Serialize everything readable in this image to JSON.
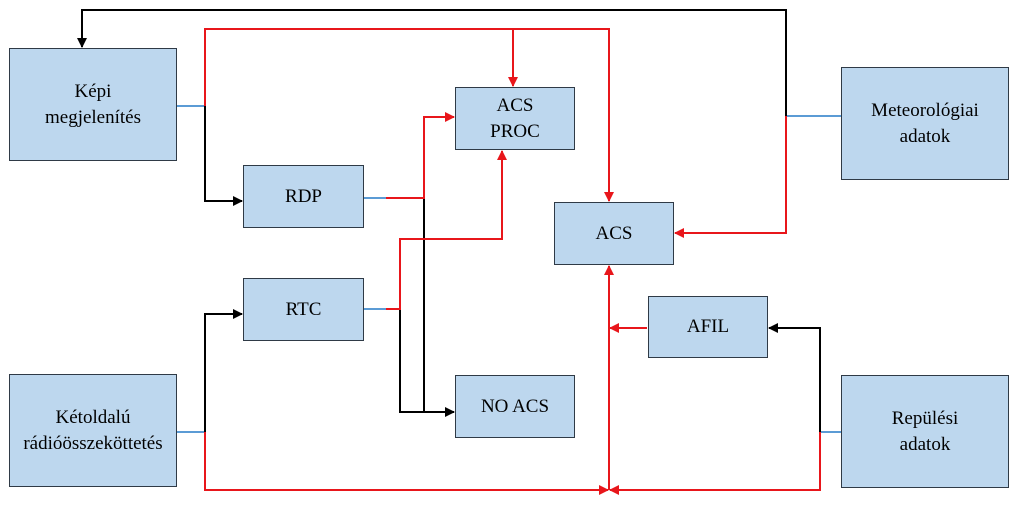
{
  "colors": {
    "box_fill": "#bdd7ee",
    "box_border": "#2f3a46",
    "black_line": "#000000",
    "red_line": "#e8161b",
    "blue_stub": "#5b9bd5"
  },
  "boxes": {
    "kepi": {
      "lines": [
        "Képi",
        "megjelenítés"
      ]
    },
    "acsproc": {
      "lines": [
        "ACS",
        "PROC"
      ]
    },
    "meteo": {
      "lines": [
        "Meteorológiai",
        "adatok"
      ]
    },
    "rdp": {
      "lines": [
        "RDP"
      ]
    },
    "acs": {
      "lines": [
        "ACS"
      ]
    },
    "rtc": {
      "lines": [
        "RTC"
      ]
    },
    "afil": {
      "lines": [
        "AFIL"
      ]
    },
    "keto": {
      "lines": [
        "Kétoldalú",
        "rádióösszeköttetés"
      ]
    },
    "noacs": {
      "lines": [
        "NO ACS"
      ]
    },
    "repul": {
      "lines": [
        "Repülési",
        "adatok"
      ]
    }
  }
}
